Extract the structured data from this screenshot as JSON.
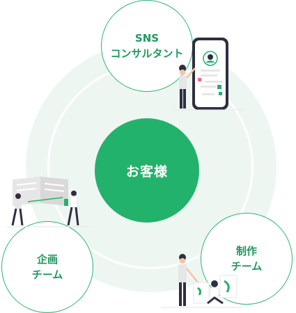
{
  "center": {
    "label": "お客様"
  },
  "nodes": [
    {
      "id": "sns",
      "lines": [
        "SNS",
        "コンサルタント"
      ]
    },
    {
      "id": "planning",
      "lines": [
        "企画",
        "チーム"
      ]
    },
    {
      "id": "production",
      "lines": [
        "制作",
        "チーム"
      ]
    }
  ],
  "colors": {
    "accent": "#23b26b",
    "accent_text": "#1f9a5c",
    "background_ring": "#eef6f2",
    "figure_dark": "#2f2e41"
  }
}
